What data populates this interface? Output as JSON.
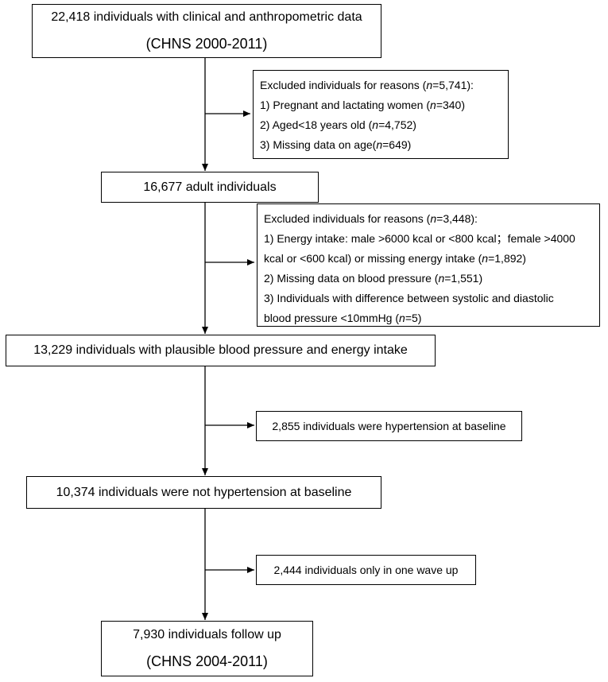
{
  "boxes": {
    "b1": {
      "line1": "22,418 individuals with clinical and anthropometric data",
      "line2": "(CHNS 2000-2011)"
    },
    "e1": {
      "title_pre": "Excluded individuals for reasons (",
      "title_n": "n",
      "title_post": "=5,741):",
      "l1_pre": "1) Pregnant and lactating women (",
      "l1_n": "n",
      "l1_post": "=340)",
      "l2_pre": "2) Aged<18 years old (",
      "l2_n": "n",
      "l2_post": "=4,752)",
      "l3_pre": "3) Missing data on age(",
      "l3_n": "n",
      "l3_post": "=649)"
    },
    "b2": {
      "text": "16,677 adult individuals"
    },
    "e2": {
      "title_pre": "Excluded individuals for reasons (",
      "title_n": "n",
      "title_post": "=3,448):",
      "l1a": "1) Energy intake: male >6000 kcal or <800 kcal；female >4000",
      "l1b_pre": "kcal or <600 kcal) or missing energy intake (",
      "l1b_n": "n",
      "l1b_post": "=1,892)",
      "l2_pre": "2) Missing data on blood pressure (",
      "l2_n": "n",
      "l2_post": "=1,551)",
      "l3a": "3) Individuals with difference between systolic and diastolic",
      "l3b_pre": "blood pressure <10mmHg (",
      "l3b_n": "n",
      "l3b_post": "=5)"
    },
    "b3": {
      "text": "13,229 individuals with plausible blood pressure and energy intake"
    },
    "e3": {
      "text": "2,855 individuals were hypertension at baseline"
    },
    "b4": {
      "text": "10,374 individuals were not hypertension at baseline"
    },
    "e4": {
      "text": "2,444 individuals only in one wave up"
    },
    "b5": {
      "line1": "7,930 individuals follow up",
      "line2": "(CHNS 2004-2011)"
    }
  }
}
